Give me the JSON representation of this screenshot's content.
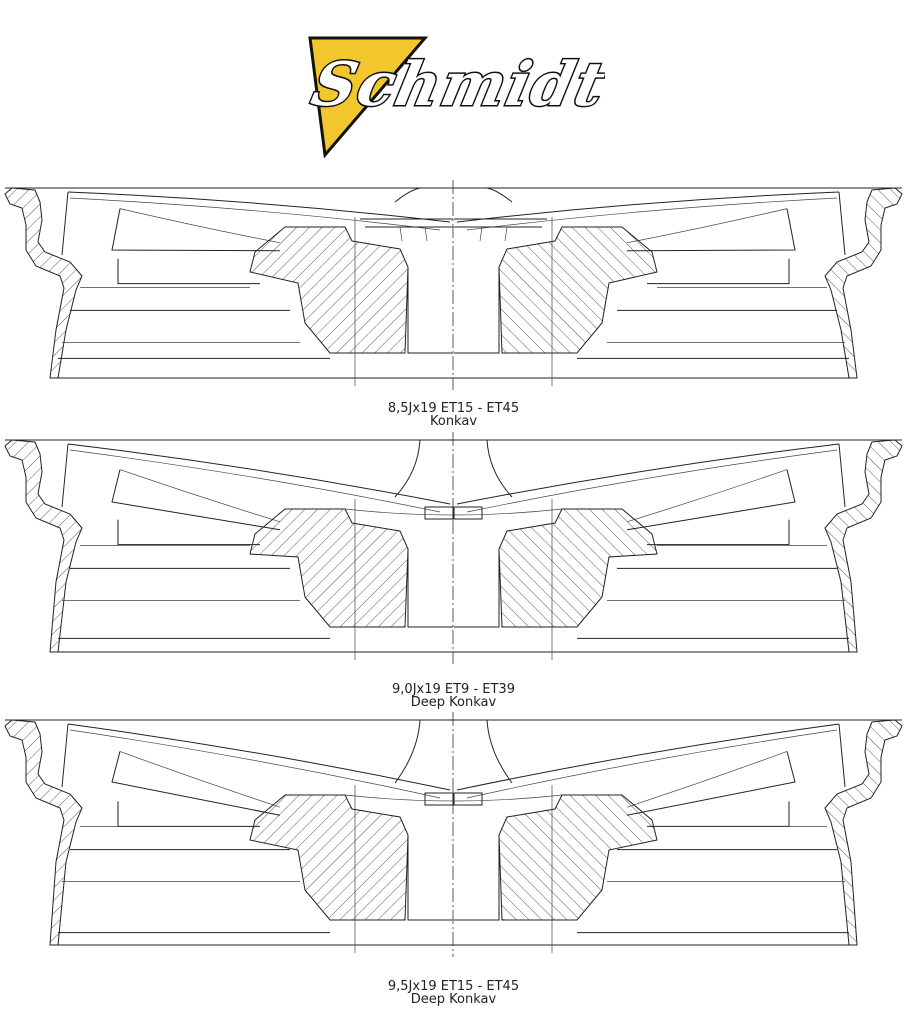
{
  "logo": {
    "text": "Schmidt",
    "colors": {
      "triangle": "#f2c72e",
      "outline": "#111111"
    }
  },
  "sections": [
    {
      "size": "8,5Jx19 ET15 - ET45",
      "profile": "Konkav",
      "concavity": 0.2,
      "center_cap": "flat"
    },
    {
      "size": "9,0Jx19 ET9 - ET39",
      "profile": "Deep Konkav",
      "concavity": 0.7,
      "center_cap": "spoke"
    },
    {
      "size": "9,5Jx19 ET15 - ET45",
      "profile": "Deep Konkav",
      "concavity": 0.8,
      "center_cap": "spoke"
    }
  ]
}
